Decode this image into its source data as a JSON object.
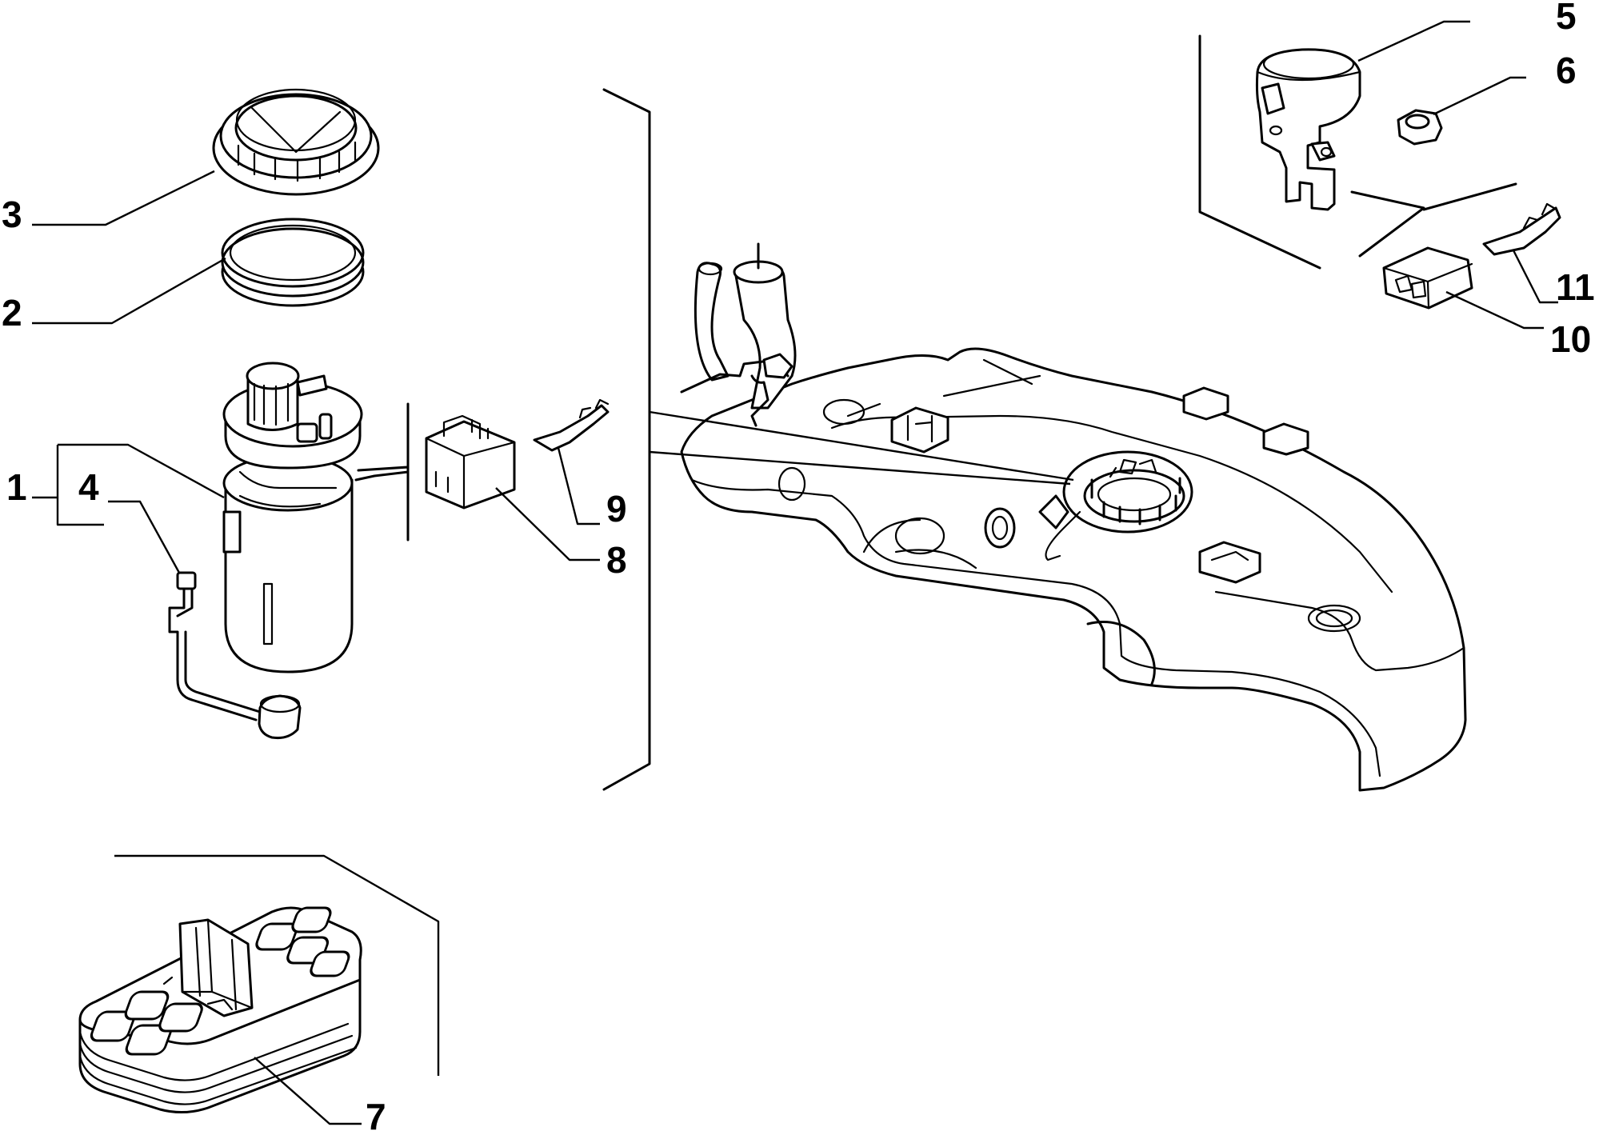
{
  "diagram": {
    "callouts": [
      {
        "id": "1",
        "label": "1"
      },
      {
        "id": "2",
        "label": "2"
      },
      {
        "id": "3",
        "label": "3"
      },
      {
        "id": "4",
        "label": "4"
      },
      {
        "id": "5",
        "label": "5"
      },
      {
        "id": "6",
        "label": "6"
      },
      {
        "id": "7",
        "label": "7"
      },
      {
        "id": "8",
        "label": "8"
      },
      {
        "id": "9",
        "label": "9"
      },
      {
        "id": "10",
        "label": "10"
      },
      {
        "id": "11",
        "label": "11"
      }
    ],
    "colors": {
      "line": "#000000",
      "background": "#ffffff"
    }
  }
}
